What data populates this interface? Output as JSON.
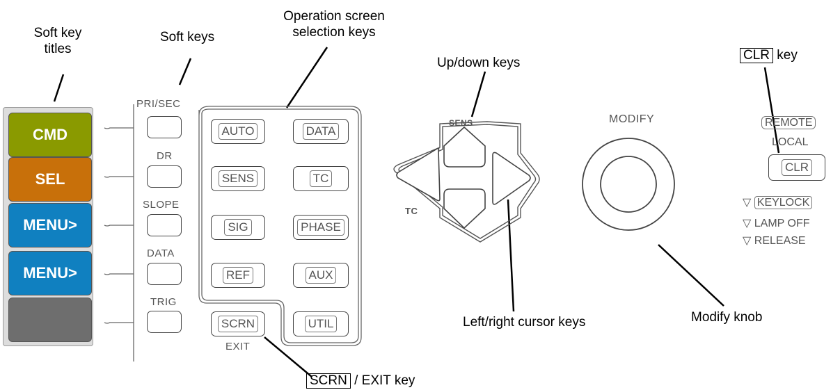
{
  "callouts": {
    "soft_key_titles_line1": "Soft key",
    "soft_key_titles_line2": "titles",
    "soft_keys": "Soft keys",
    "operation_line1": "Operation screen",
    "operation_line2": "selection keys",
    "up_down": "Up/down keys",
    "clr_key_box": "CLR",
    "clr_key_suffix": "key",
    "left_right": "Left/right cursor keys",
    "modify_knob": "Modify knob",
    "scrn_box": "SCRN",
    "scrn_suffix": "/ EXIT key"
  },
  "title_keys": [
    {
      "label": "CMD",
      "color": "#8a9a00"
    },
    {
      "label": "SEL",
      "color": "#c8700a"
    },
    {
      "label": "MENU>",
      "color": "#1080c0"
    },
    {
      "label": "MENU>",
      "color": "#1080c0"
    },
    {
      "label": "",
      "color": "#6e6e6e"
    }
  ],
  "soft_key_labels": [
    "PRI/SEC",
    "DR",
    "SLOPE",
    "DATA",
    "TRIG"
  ],
  "op_keys_left": [
    "AUTO",
    "SENS",
    "SIG",
    "REF",
    "SCRN"
  ],
  "op_keys_right": [
    "DATA",
    "TC",
    "PHASE",
    "AUX",
    "UTIL"
  ],
  "scrn_sub_label": "EXIT",
  "cursor_labels": {
    "sens": "SENS",
    "tc": "TC"
  },
  "modify_label": "MODIFY",
  "right_panel": {
    "remote": "REMOTE",
    "local": "LOCAL",
    "clr": "CLR",
    "keylock": "KEYLOCK",
    "lamp_off": "LAMP OFF",
    "release": "RELEASE",
    "triangle": "▽"
  }
}
